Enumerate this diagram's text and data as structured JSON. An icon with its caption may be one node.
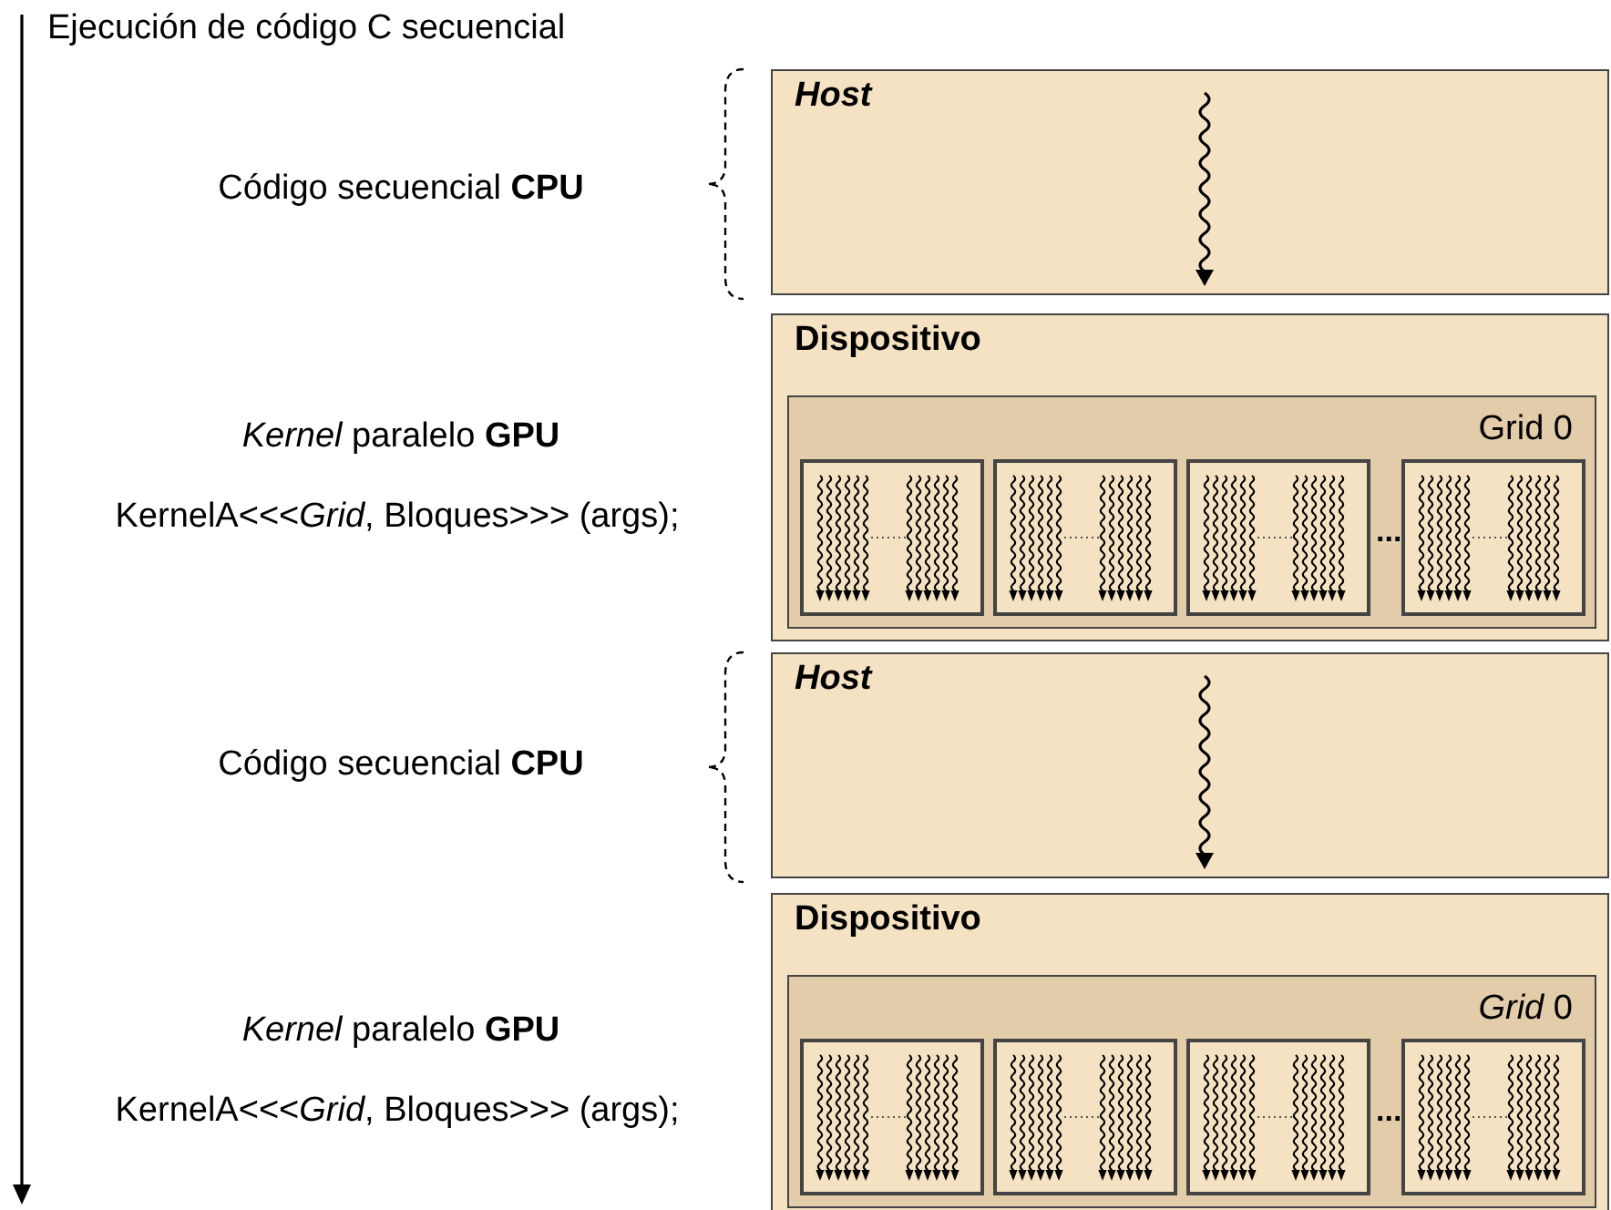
{
  "diagram": {
    "nodes": [
      {
        "text": [
          "Host"
        ]
      },
      {
        "text": [
          "Dispositivo"
        ]
      },
      {
        "text": [
          "Grid 0"
        ],
        "in": 1
      },
      {
        "text": [],
        "shape": "box",
        "in": 2
      },
      {
        "text": [],
        "shape": "box",
        "in": 2
      },
      {
        "text": [],
        "shape": "box",
        "in": 2
      },
      {
        "text": [],
        "shape": "box",
        "in": 2
      },
      {
        "text": [
          "Host"
        ]
      },
      {
        "text": [
          "Dispositivo"
        ]
      },
      {
        "text": [
          "*Grid* 0"
        ],
        "in": 8
      },
      {
        "text": [],
        "shape": "box",
        "in": 9
      },
      {
        "text": [],
        "shape": "box",
        "in": 9
      },
      {
        "text": [],
        "shape": "box",
        "in": 9
      },
      {
        "text": [],
        "shape": "box",
        "in": 9
      }
    ],
    "edges": [],
    "labels": [
      "Ejecución de código C secuencial",
      "Código secuencial **CPU**",
      "*Kernel* paralelo **GPU**",
      "KernelA<<<*Grid*, Bloques>>> (args);",
      "...",
      "Código secuencial **CPU**",
      "*Kernel* paralelo **GPU**",
      "KernelA<<<*Grid*, Bloques>>> (args);",
      "..."
    ]
  }
}
